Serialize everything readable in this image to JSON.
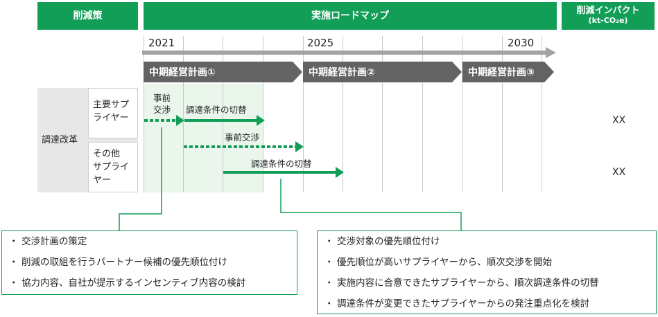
{
  "header": {
    "measure": "削減策",
    "roadmap": "実施ロードマップ",
    "impact_line1": "削減インパクト",
    "impact_line2": "(kt-CO₂e)"
  },
  "timeline": {
    "years": [
      "2021",
      "2025",
      "2030"
    ],
    "phases": [
      "中期経営計画①",
      "中期経営計画②",
      "中期経営計画③"
    ]
  },
  "category": "調達改革",
  "rows": [
    {
      "segment": "主要サプ\nライヤー",
      "impact": "XX"
    },
    {
      "segment": "その他\nサプライ\nヤー",
      "impact": "XX"
    }
  ],
  "arrows": {
    "pre_negotiation_main": "事前\n交渉",
    "switch_main": "調達条件の切替",
    "pre_negotiation_other": "事前交渉",
    "switch_other": "調達条件の切替"
  },
  "notes_left": [
    "交渉計画の策定",
    "削減の取組を行うパートナー候補の優先順位付け",
    "協力内容、自社が提示するインセンティブ内容の検討"
  ],
  "notes_right": [
    "交渉対象の優先順位付け",
    "優先順位が高いサプライヤーから、順次交渉を開始",
    "実施内容に合意できたサプライヤーから、順次調達条件の切替",
    "調達条件が変更できたサプライヤーからの発注重点化を検討"
  ],
  "colors": {
    "green": "#139e58",
    "phase_gray": "#636363",
    "light_green": "#eaf5ec",
    "cell_gray": "#e7e7e7"
  }
}
